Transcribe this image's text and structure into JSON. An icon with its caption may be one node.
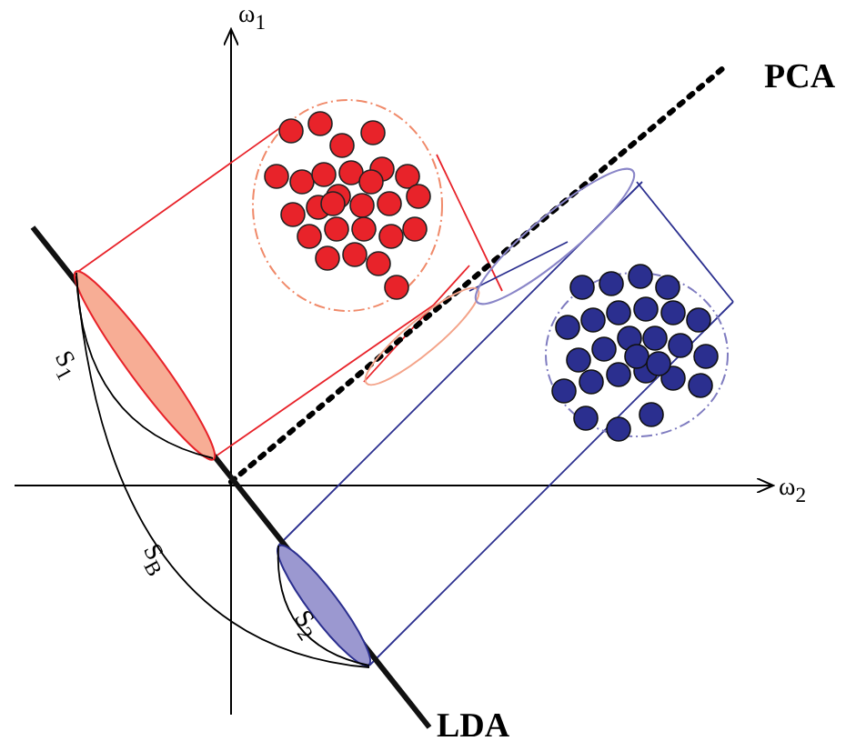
{
  "diagram": {
    "labels": [
      "ω$_{1}$",
      "PCA",
      "ω$_{2}$",
      "S$_{1}$",
      "S$_{B}$",
      "S$_{2}$",
      "LDA"
    ]
  }
}
